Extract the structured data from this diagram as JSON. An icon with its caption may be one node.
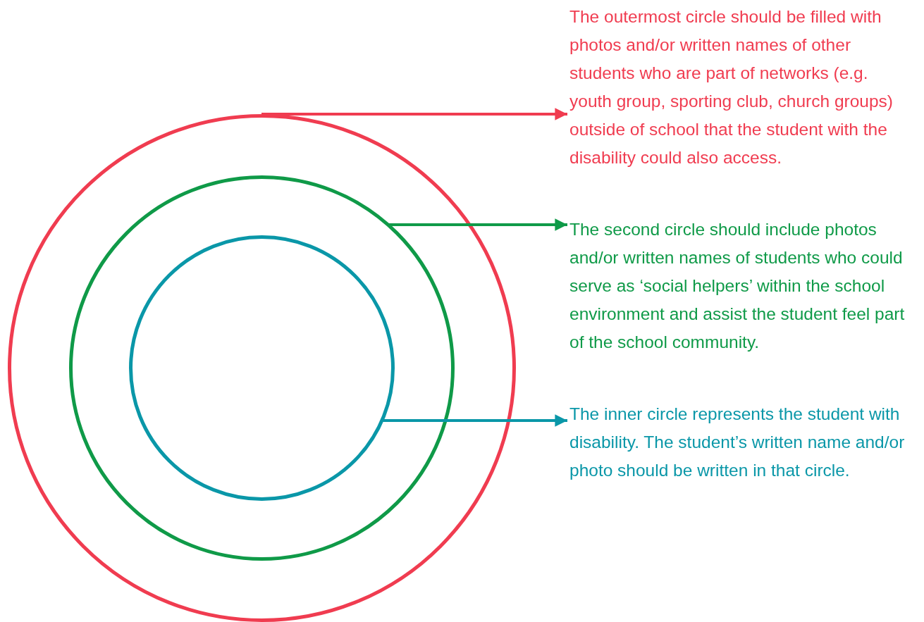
{
  "diagram": {
    "nodes": [
      {
        "text": [],
        "shape": "circle"
      },
      {
        "text": [],
        "shape": "circle",
        "in": 0
      },
      {
        "text": [],
        "shape": "circle",
        "in": 1
      },
      {
        "text": [
          "The outermost circle should be filled with photos and/or written names of other students who are part of networks (e.g. youth group, sporting club, church groups) outside of school that the student with the disability could also access."
        ]
      },
      {
        "text": [
          "The second circle should include photos and/or written names of students who could serve as ‘social helpers’ within the school environment and assist the student feel part of the school community."
        ]
      },
      {
        "text": [
          "The inner circle represents the student with disability. The student’s written name and/or photo should be written in that circle."
        ]
      }
    ],
    "edges": [
      {
        "from": 0,
        "to": 3,
        "arrow": "to",
        "color": "#f03c50"
      },
      {
        "from": 1,
        "to": 4,
        "arrow": "to",
        "color": "#0f9a48"
      },
      {
        "from": 2,
        "to": 5,
        "arrow": "to",
        "color": "#0a97a8"
      }
    ]
  }
}
